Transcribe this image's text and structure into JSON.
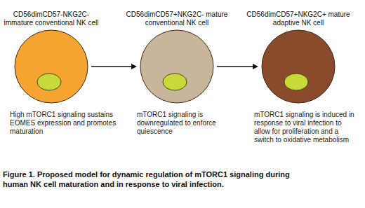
{
  "diagram": {
    "caption": "Figure 1. Proposed model for dynamic regulation of mTORC1 signaling during human NK cell maturation and in response to viral infection.",
    "nodes": [
      {
        "text": [
          "CD56dimCD57-NKG2C- immature conventional NK cell",
          "High mTORC1 signaling sustains EOMES expression and promotes maturation"
        ]
      },
      {
        "text": [
          "CD56dimCD57+NKG2C- mature conventional NK cell",
          "mTORC1 signaling is downregulated to enforce quiescence"
        ]
      },
      {
        "text": [
          "CD56dimCD57+NKG2C+ mature adaptive NK cell",
          "mTORC1 signaling is induced in response to viral infection to allow for proliferation and a switch to oxidative metabolism"
        ]
      }
    ],
    "edges": [
      {
        "from": 0,
        "to": 1,
        "arrow": "to"
      },
      {
        "from": 1,
        "to": 2,
        "arrow": "to"
      }
    ]
  }
}
